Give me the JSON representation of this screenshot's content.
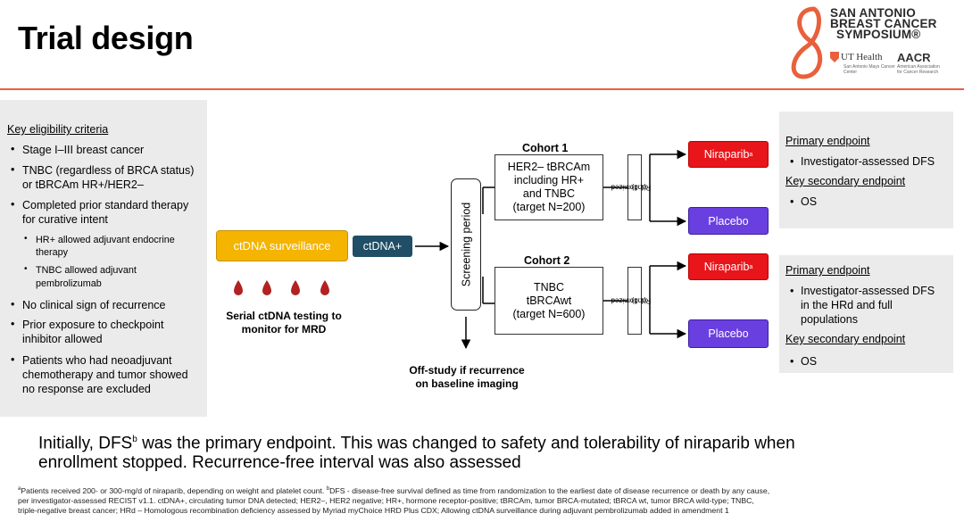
{
  "title": "Trial design",
  "logo": {
    "name_line1": "SAN ANTONIO",
    "name_line2": "BREAST CANCER",
    "name_line3": "SYMPOSIUM®",
    "partner1": "UT Health",
    "partner1_sub": "San Antonio Mays Cancer Center",
    "partner2": "AACR",
    "partner2_sub": "American Association for Cancer Research"
  },
  "eligibility": {
    "heading": "Key eligibility criteria",
    "items": [
      {
        "l1": "Stage I–III breast cancer"
      },
      {
        "l1": "TNBC (regardless of BRCA status)",
        "l2": "or tBRCAm HR+/HER2–"
      },
      {
        "l1": "Completed prior standard therapy",
        "l2": "for curative intent"
      },
      {
        "l1": "No clinical sign of recurrence"
      },
      {
        "l1": "Prior exposure to checkpoint",
        "l2": "inhibitor allowed"
      },
      {
        "l1": "Patients who had neoadjuvant",
        "l2": "chemotherapy and tumor showed",
        "l3": "no response are excluded"
      }
    ],
    "sub_items": [
      {
        "l1": "HR+ allowed adjuvant endocrine",
        "l2": "therapy"
      },
      {
        "l1": "TNBC allowed adjuvant",
        "l2": "pembrolizumab"
      }
    ]
  },
  "flow": {
    "surveillance": "ctDNA surveillance",
    "ctdna_positive": "ctDNA+",
    "serial_testing_l1": "Serial ctDNA testing to",
    "serial_testing_l2": "monitor for MRD",
    "screening": "Screening period",
    "offstudy_l1": "Off-study if recurrence",
    "offstudy_l2": "on baseline imaging",
    "randomized_l1": "Randomized",
    "randomized_l2": "(1:1)",
    "niraparib": "Niraparib",
    "niraparib_sup": "a",
    "placebo": "Placebo"
  },
  "cohorts": [
    {
      "title": "Cohort 1",
      "l1": "HER2– tBRCAm",
      "l2": "including HR+",
      "l3": "and TNBC",
      "l4": "(target N=200)"
    },
    {
      "title": "Cohort 2",
      "l1": "TNBC",
      "l2": "tBRCAwt",
      "l3": "(target N=600)"
    }
  ],
  "endpoints": [
    {
      "primary_heading": "Primary endpoint",
      "primary": [
        "Investigator-assessed DFS"
      ],
      "secondary_heading": "Key secondary endpoint",
      "secondary": "OS"
    },
    {
      "primary_heading": "Primary endpoint",
      "primary": [
        "Investigator-assessed DFS",
        "in the HRd and full",
        "populations"
      ],
      "secondary_heading": "Key secondary endpoint",
      "secondary": "OS"
    }
  ],
  "note": {
    "l1_a": "Initially, DFS",
    "l1_sup": "b",
    "l1_b": " was the primary endpoint. This was changed to safety and tolerability of niraparib when",
    "l2": "enrollment stopped. Recurrence-free interval was also assessed"
  },
  "footnote": {
    "a_sup": "a",
    "a_text": "Patients received 200- or 300-mg/d of niraparib, depending on weight and platelet count. ",
    "b_sup": "b",
    "b_text": "DFS - disease-free survival defined as time from randomization to the earliest date of disease recurrence or death by any cause,",
    "l2": "per investigator-assessed RECIST v1.1. ctDNA+, circulating tumor DNA detected; HER2–, HER2 negative; HR+, hormone receptor-positive; tBRCAm, tumor BRCA-mutated; tBRCA wt, tumor BRCA wild-type; TNBC,",
    "l3": "triple-negative breast cancer; HRd – Homologous recombination deficiency assessed by Myriad myChoice HRD Plus CDX; Allowing ctDNA surveillance during adjuvant pembrolizumab added in amendment 1"
  },
  "colors": {
    "accent_rule": "#e8603c",
    "surveillance": "#f4b400",
    "ctdna_positive": "#1f4e66",
    "niraparib": "#e8151b",
    "placebo": "#6a3fe0",
    "drop": "#b22222"
  }
}
